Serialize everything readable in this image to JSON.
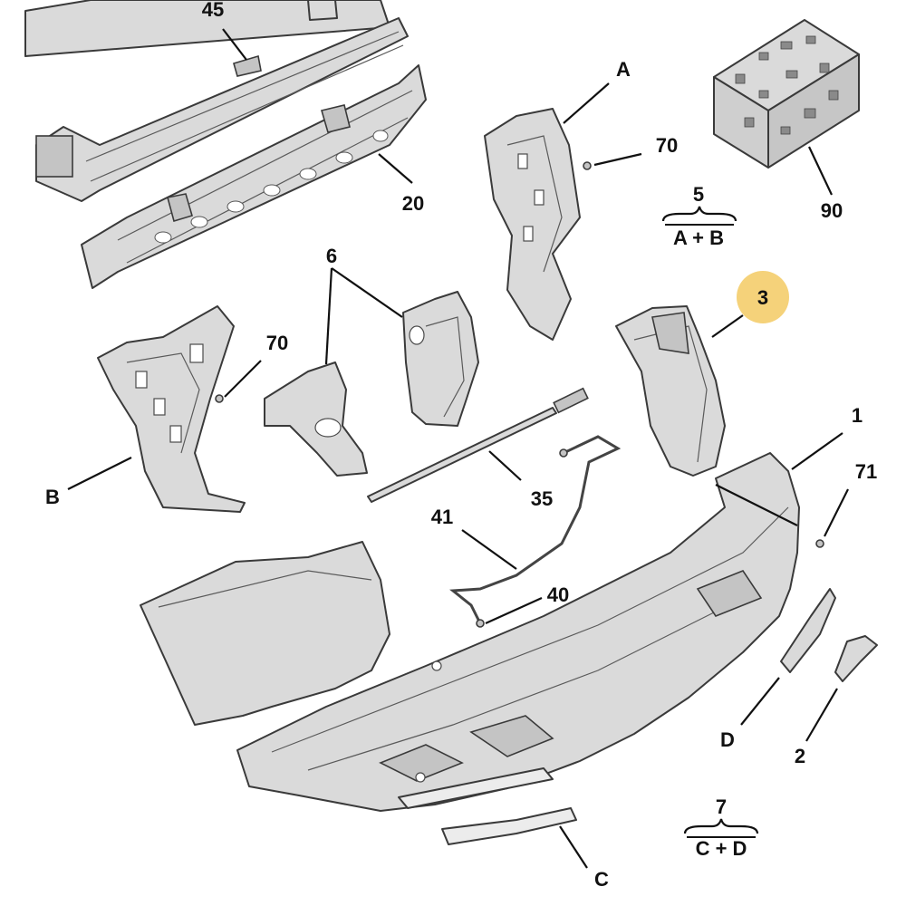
{
  "callouts": {
    "p45": "45",
    "p20": "20",
    "pA": "A",
    "p70a": "70",
    "p5": "5",
    "g5": "A + B",
    "p90": "90",
    "p6": "6",
    "p70b": "70",
    "p3": "3",
    "pB": "B",
    "p1": "1",
    "p71": "71",
    "p35": "35",
    "p41": "41",
    "p40": "40",
    "pD": "D",
    "p2": "2",
    "p7": "7",
    "g7": "C + D",
    "pC": "C"
  },
  "colors": {
    "highlight": "#f5d27a",
    "part_fill": "#dadada",
    "line": "#111111"
  }
}
